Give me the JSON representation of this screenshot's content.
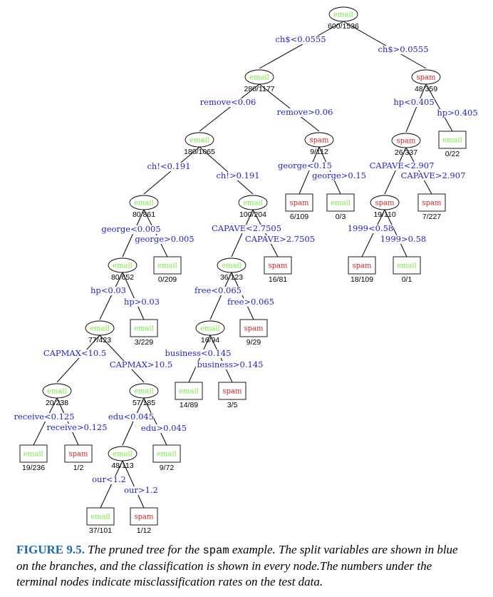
{
  "nodes": [
    {
      "id": "n0",
      "label": "email",
      "shape": "ellipse",
      "count": "600/1536"
    },
    {
      "id": "n1",
      "label": "email",
      "shape": "ellipse",
      "count": "280/1177"
    },
    {
      "id": "n2",
      "label": "spam",
      "shape": "ellipse",
      "count": "48/359"
    },
    {
      "id": "n3",
      "label": "email",
      "shape": "ellipse",
      "count": "180/1065"
    },
    {
      "id": "n4",
      "label": "spam",
      "shape": "ellipse",
      "count": "9/112"
    },
    {
      "id": "n5",
      "label": "spam",
      "shape": "ellipse",
      "count": "26/337"
    },
    {
      "id": "n6",
      "label": "email",
      "shape": "box",
      "count": "0/22"
    },
    {
      "id": "n7",
      "label": "email",
      "shape": "ellipse",
      "count": "80/861"
    },
    {
      "id": "n8",
      "label": "email",
      "shape": "ellipse",
      "count": "100/204"
    },
    {
      "id": "n9",
      "label": "spam",
      "shape": "box",
      "count": "6/109"
    },
    {
      "id": "n10",
      "label": "email",
      "shape": "box",
      "count": "0/3"
    },
    {
      "id": "n11",
      "label": "spam",
      "shape": "ellipse",
      "count": "19/110"
    },
    {
      "id": "n12",
      "label": "spam",
      "shape": "box",
      "count": "7/227"
    },
    {
      "id": "n13",
      "label": "email",
      "shape": "ellipse",
      "count": "80/652"
    },
    {
      "id": "n14",
      "label": "email",
      "shape": "box",
      "count": "0/209"
    },
    {
      "id": "n15",
      "label": "email",
      "shape": "ellipse",
      "count": "36/123"
    },
    {
      "id": "n16",
      "label": "spam",
      "shape": "box",
      "count": "16/81"
    },
    {
      "id": "n17",
      "label": "spam",
      "shape": "box",
      "count": "18/109"
    },
    {
      "id": "n18",
      "label": "email",
      "shape": "box",
      "count": "0/1"
    },
    {
      "id": "n19",
      "label": "email",
      "shape": "ellipse",
      "count": "77/423"
    },
    {
      "id": "n20",
      "label": "email",
      "shape": "box",
      "count": "3/229"
    },
    {
      "id": "n21",
      "label": "email",
      "shape": "ellipse",
      "count": "16/94"
    },
    {
      "id": "n22",
      "label": "spam",
      "shape": "box",
      "count": "9/29"
    },
    {
      "id": "n23",
      "label": "email",
      "shape": "ellipse",
      "count": "20/238"
    },
    {
      "id": "n24",
      "label": "email",
      "shape": "ellipse",
      "count": "57/185"
    },
    {
      "id": "n25",
      "label": "email",
      "shape": "box",
      "count": "14/89"
    },
    {
      "id": "n26",
      "label": "spam",
      "shape": "box",
      "count": "3/5"
    },
    {
      "id": "n27",
      "label": "email",
      "shape": "box",
      "count": "19/236"
    },
    {
      "id": "n28",
      "label": "spam",
      "shape": "box",
      "count": "1/2"
    },
    {
      "id": "n29",
      "label": "email",
      "shape": "ellipse",
      "count": "48/113"
    },
    {
      "id": "n30",
      "label": "email",
      "shape": "box",
      "count": "9/72"
    },
    {
      "id": "n31",
      "label": "email",
      "shape": "box",
      "count": "37/101"
    },
    {
      "id": "n32",
      "label": "spam",
      "shape": "box",
      "count": "1/12"
    }
  ],
  "edges": [
    {
      "from": "n0",
      "to": "n1",
      "label": "ch$<0.0555"
    },
    {
      "from": "n0",
      "to": "n2",
      "label": "ch$>0.0555"
    },
    {
      "from": "n1",
      "to": "n3",
      "label": "remove<0.06"
    },
    {
      "from": "n1",
      "to": "n4",
      "label": "remove>0.06"
    },
    {
      "from": "n2",
      "to": "n5",
      "label": "hp<0.405"
    },
    {
      "from": "n2",
      "to": "n6",
      "label": "hp>0.405"
    },
    {
      "from": "n3",
      "to": "n7",
      "label": "ch!<0.191"
    },
    {
      "from": "n3",
      "to": "n8",
      "label": "ch!>0.191"
    },
    {
      "from": "n4",
      "to": "n9",
      "label": "george<0.15"
    },
    {
      "from": "n4",
      "to": "n10",
      "label": "george>0.15"
    },
    {
      "from": "n5",
      "to": "n11",
      "label": "CAPAVE<2.907"
    },
    {
      "from": "n5",
      "to": "n12",
      "label": "CAPAVE>2.907"
    },
    {
      "from": "n7",
      "to": "n13",
      "label": "george<0.005"
    },
    {
      "from": "n7",
      "to": "n14",
      "label": "george>0.005"
    },
    {
      "from": "n8",
      "to": "n15",
      "label": "CAPAVE<2.7505"
    },
    {
      "from": "n8",
      "to": "n16",
      "label": "CAPAVE>2.7505"
    },
    {
      "from": "n11",
      "to": "n17",
      "label": "1999<0.58"
    },
    {
      "from": "n11",
      "to": "n18",
      "label": "1999>0.58"
    },
    {
      "from": "n13",
      "to": "n19",
      "label": "hp<0.03"
    },
    {
      "from": "n13",
      "to": "n20",
      "label": "hp>0.03"
    },
    {
      "from": "n15",
      "to": "n21",
      "label": "free<0.065"
    },
    {
      "from": "n15",
      "to": "n22",
      "label": "free>0.065"
    },
    {
      "from": "n19",
      "to": "n23",
      "label": "CAPMAX<10.5"
    },
    {
      "from": "n19",
      "to": "n24",
      "label": "CAPMAX>10.5"
    },
    {
      "from": "n21",
      "to": "n25",
      "label": "business<0.145"
    },
    {
      "from": "n21",
      "to": "n26",
      "label": "business>0.145"
    },
    {
      "from": "n23",
      "to": "n27",
      "label": "receive<0.125"
    },
    {
      "from": "n23",
      "to": "n28",
      "label": "receive>0.125"
    },
    {
      "from": "n24",
      "to": "n29",
      "label": "edu<0.045"
    },
    {
      "from": "n24",
      "to": "n30",
      "label": "edu>0.045"
    },
    {
      "from": "n29",
      "to": "n31",
      "label": "our<1.2"
    },
    {
      "from": "n29",
      "to": "n32",
      "label": "our>1.2"
    }
  ],
  "colors": {
    "email": "#7ae640",
    "spam": "#d42020",
    "split": "#2222c8",
    "figure_label": "#1a66b8"
  },
  "caption": {
    "figure_label": "FIGURE 9.5.",
    "text_part1": "The pruned tree for the",
    "code": "spam",
    "text_part2": "example. The split variables are shown in blue on the branches, and the classification is shown in every node.The numbers under the terminal nodes indicate misclassification rates on the test data."
  }
}
